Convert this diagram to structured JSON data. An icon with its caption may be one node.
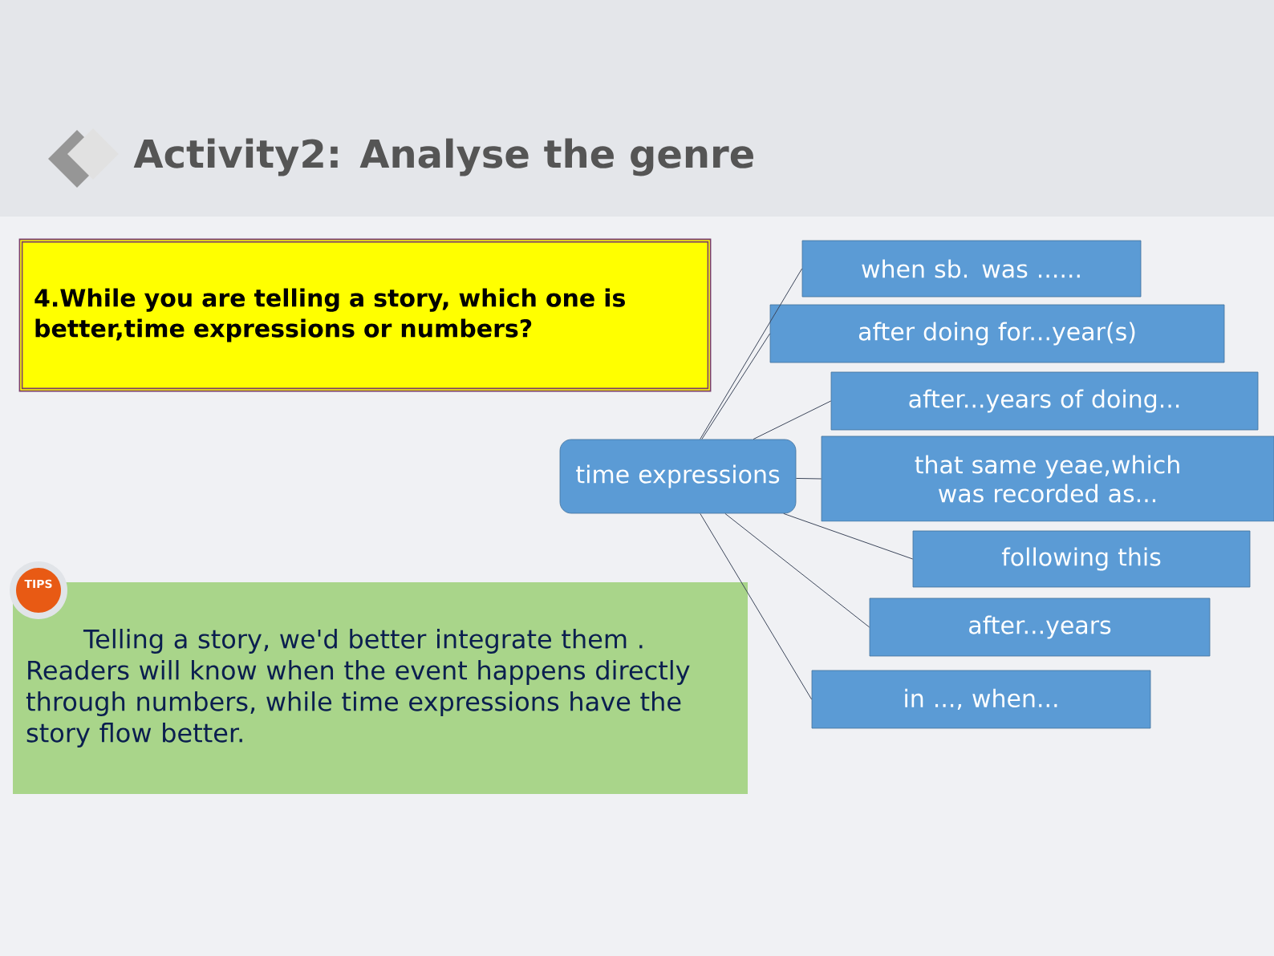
{
  "diagram": {
    "title": "Activity2: Analyse the genre",
    "nodes": [
      {
        "text": [
          "4.While you are telling a story, which one is better,time expressions or numbers?"
        ]
      },
      {
        "text": [
          "time expressions"
        ]
      },
      {
        "text": [
          "when sb. was ......"
        ]
      },
      {
        "text": [
          "after doing for...year(s)"
        ]
      },
      {
        "text": [
          "after...years of doing..."
        ]
      },
      {
        "text": [
          "that same yeae,which was recorded as..."
        ]
      },
      {
        "text": [
          "following this"
        ]
      },
      {
        "text": [
          "after...years"
        ]
      },
      {
        "text": [
          "in ..., when..."
        ]
      },
      {
        "text": [
          "Telling a story, we'd better integrate them . Readers will know when the event happens directly through numbers, while time expressions have the story flow better."
        ]
      }
    ],
    "edges": [
      {
        "from": 1,
        "to": 2,
        "arrow": "none"
      },
      {
        "from": 1,
        "to": 3,
        "arrow": "none"
      },
      {
        "from": 1,
        "to": 4,
        "arrow": "none"
      },
      {
        "from": 1,
        "to": 5,
        "arrow": "none"
      },
      {
        "from": 1,
        "to": 6,
        "arrow": "none"
      },
      {
        "from": 1,
        "to": 7,
        "arrow": "none"
      },
      {
        "from": 1,
        "to": 8,
        "arrow": "none"
      }
    ],
    "labels": [
      "TIPS"
    ]
  }
}
